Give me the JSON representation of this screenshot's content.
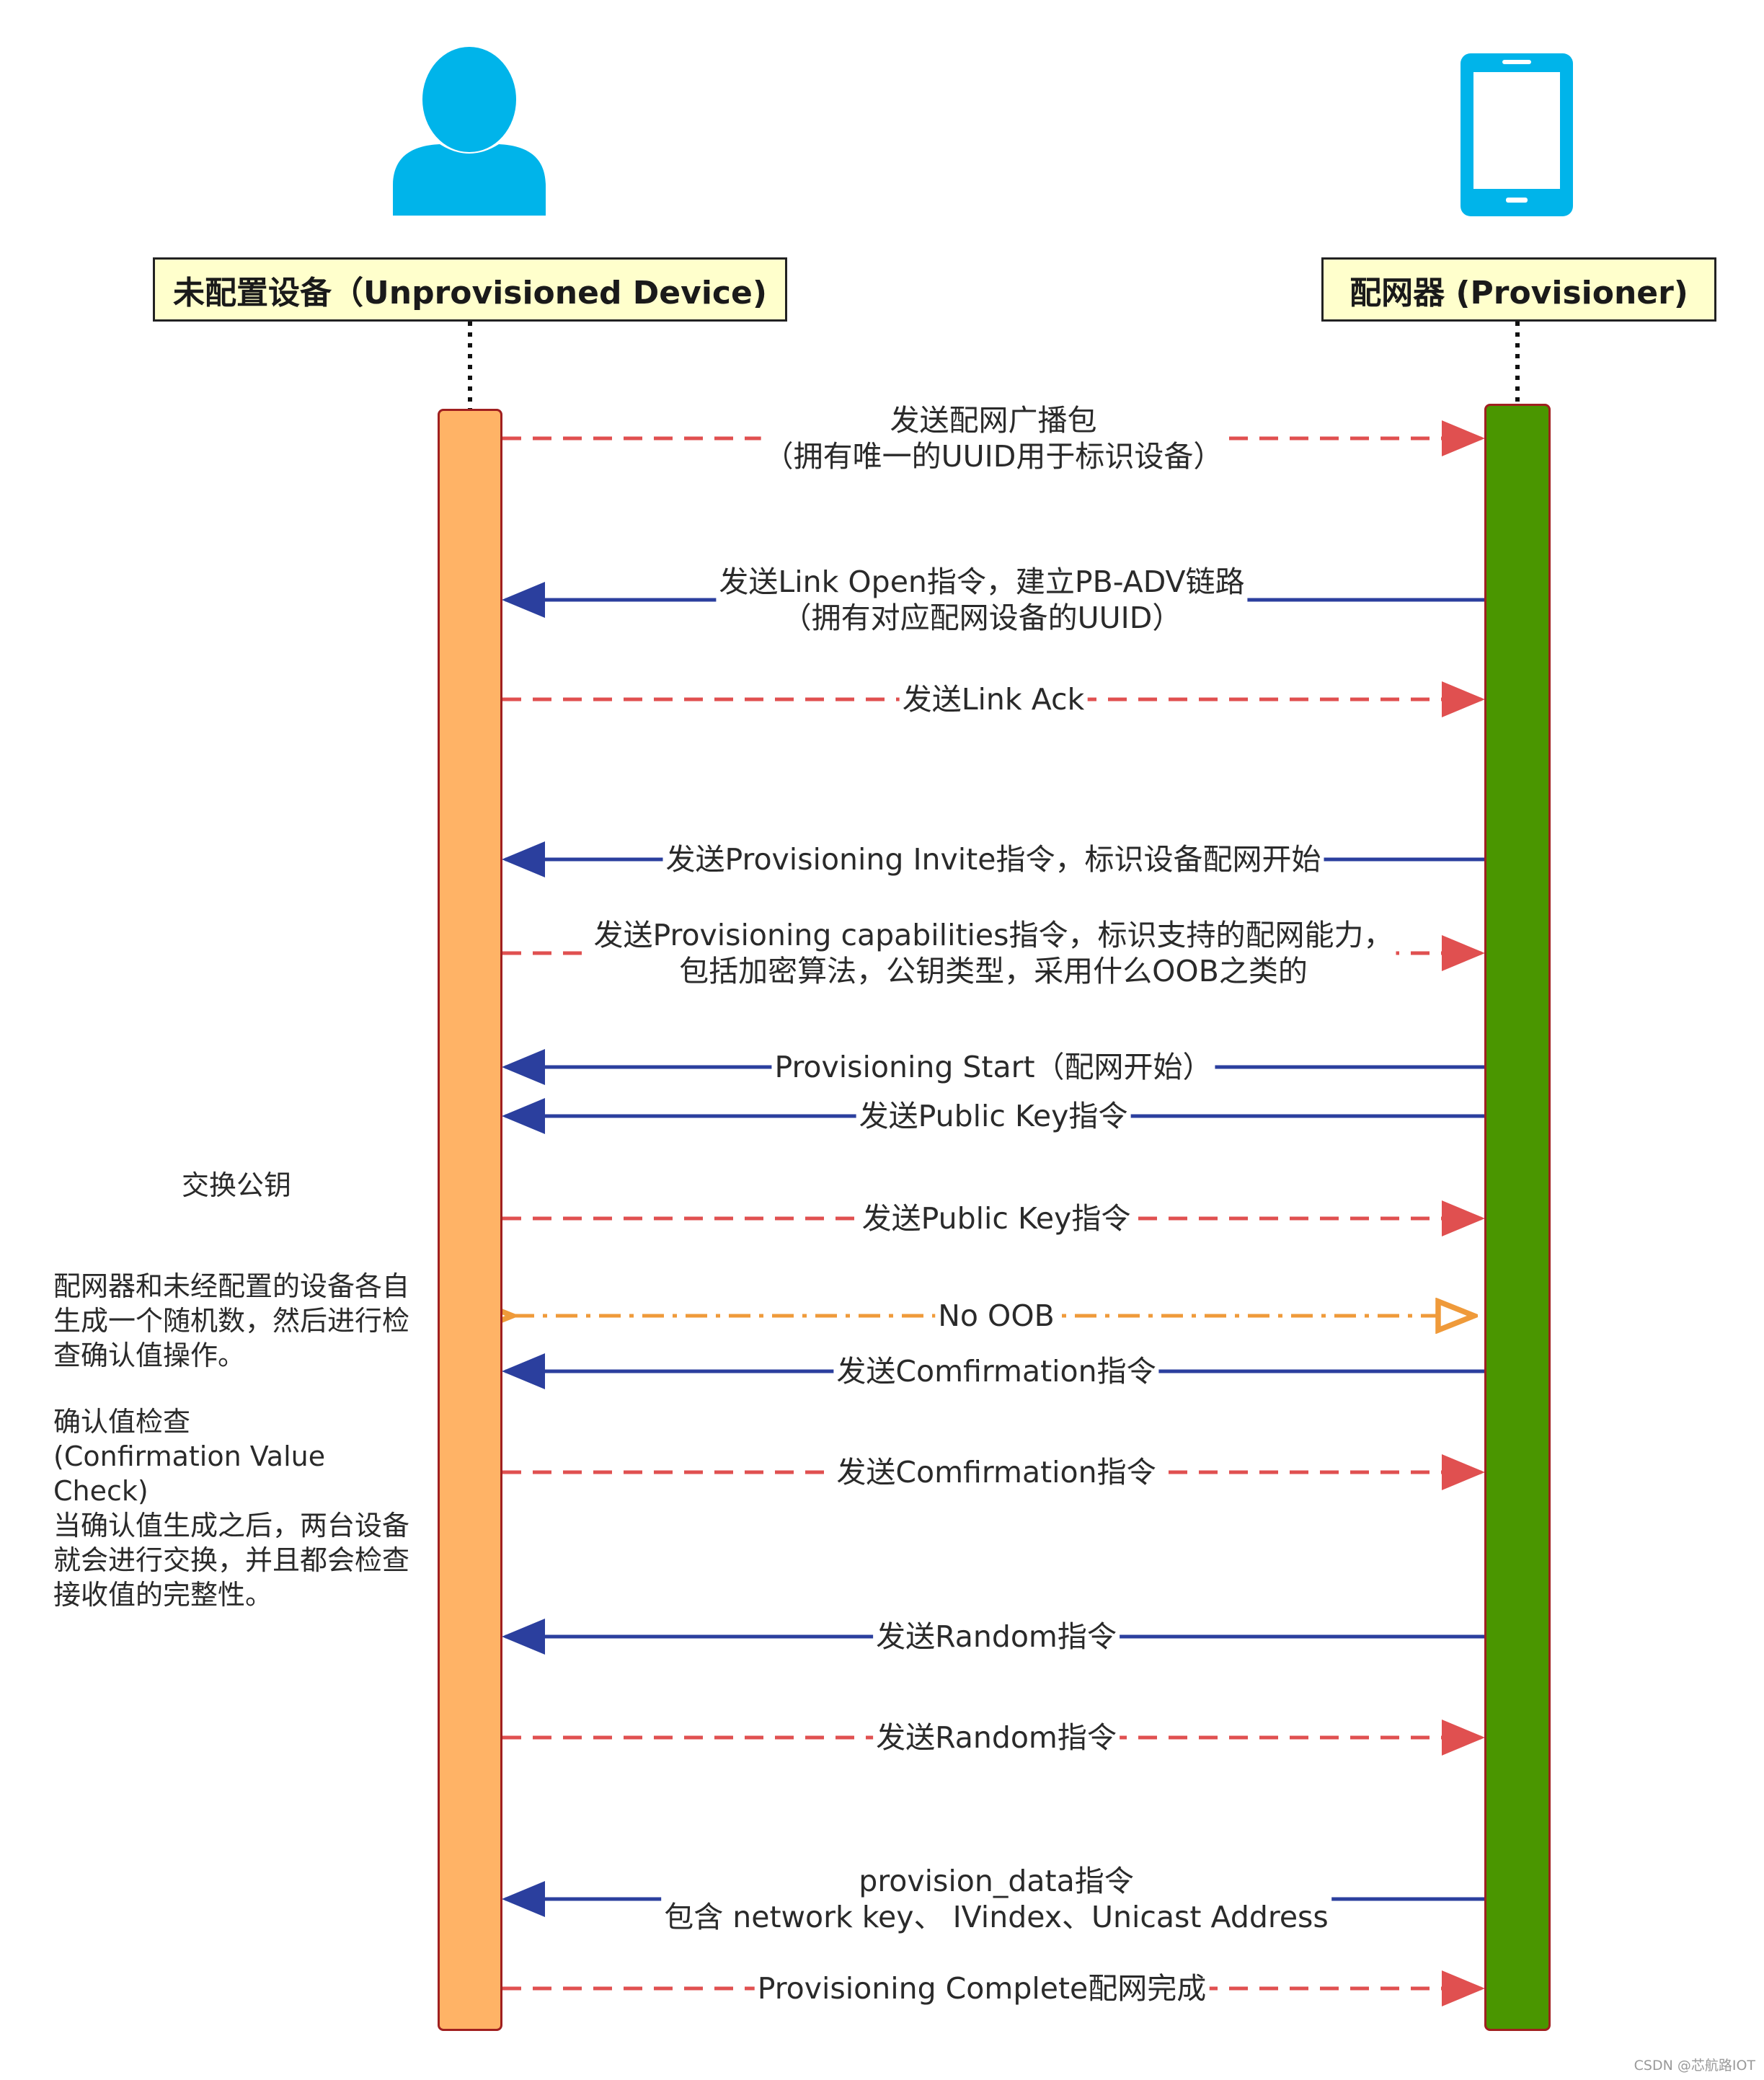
{
  "participants": {
    "device": {
      "label": "未配置设备（Unprovisioned Device)",
      "icon": "person-icon",
      "color": "#00b4ea"
    },
    "provisioner": {
      "label": "配网器 (Provisioner)",
      "icon": "smartphone-icon",
      "color": "#00b4ea"
    }
  },
  "lifelines": {
    "device_color": "#ffb366",
    "provisioner_color": "#4a9600"
  },
  "messages": [
    {
      "id": "beacon",
      "direction": "device-to-provisioner",
      "style": "dashed",
      "color": "#e05050",
      "lines": [
        "发送配网广播包",
        "（拥有唯一的UUID用于标识设备）"
      ]
    },
    {
      "id": "link-open",
      "direction": "provisioner-to-device",
      "style": "solid",
      "color": "#2b3f9e",
      "lines": [
        "发送Link Open指令，建立PB-ADV链路",
        "（拥有对应配网设备的UUID）"
      ]
    },
    {
      "id": "link-ack",
      "direction": "device-to-provisioner",
      "style": "dashed",
      "color": "#e05050",
      "lines": [
        "发送Link Ack"
      ]
    },
    {
      "id": "invite",
      "direction": "provisioner-to-device",
      "style": "solid",
      "color": "#2b3f9e",
      "lines": [
        "发送Provisioning Invite指令，标识设备配网开始"
      ]
    },
    {
      "id": "capabilities",
      "direction": "device-to-provisioner",
      "style": "dashed",
      "color": "#e05050",
      "lines": [
        "发送Provisioning capabilities指令，标识支持的配网能力，",
        "包括加密算法，公钥类型，采用什么OOB之类的"
      ]
    },
    {
      "id": "start",
      "direction": "provisioner-to-device",
      "style": "solid",
      "color": "#2b3f9e",
      "lines": [
        "Provisioning Start（配网开始）"
      ]
    },
    {
      "id": "pubkey-p",
      "direction": "provisioner-to-device",
      "style": "solid",
      "color": "#2b3f9e",
      "lines": [
        "发送Public Key指令"
      ]
    },
    {
      "id": "pubkey-d",
      "direction": "device-to-provisioner",
      "style": "dashed",
      "color": "#e05050",
      "lines": [
        "发送Public Key指令"
      ]
    },
    {
      "id": "no-oob",
      "direction": "both",
      "style": "dashdot",
      "color": "#ef9a3a",
      "lines": [
        "No OOB"
      ]
    },
    {
      "id": "confirm-p",
      "direction": "provisioner-to-device",
      "style": "solid",
      "color": "#2b3f9e",
      "lines": [
        "发送Comfirmation指令"
      ]
    },
    {
      "id": "confirm-d",
      "direction": "device-to-provisioner",
      "style": "dashed",
      "color": "#e05050",
      "lines": [
        "发送Comfirmation指令"
      ]
    },
    {
      "id": "random-p",
      "direction": "provisioner-to-device",
      "style": "solid",
      "color": "#2b3f9e",
      "lines": [
        "发送Random指令"
      ]
    },
    {
      "id": "random-d",
      "direction": "device-to-provisioner",
      "style": "dashed",
      "color": "#e05050",
      "lines": [
        "发送Random指令"
      ]
    },
    {
      "id": "data",
      "direction": "provisioner-to-device",
      "style": "solid",
      "color": "#2b3f9e",
      "lines": [
        "provision_data指令",
        "包含 network key、 IVindex、Unicast Address"
      ]
    },
    {
      "id": "complete",
      "direction": "device-to-provisioner",
      "style": "dashed",
      "color": "#e05050",
      "lines": [
        "Provisioning Complete配网完成"
      ]
    }
  ],
  "notes": {
    "exchange": "交换公钥",
    "random": "配网器和未经配置的设备各自\n生成一个随机数，然后进行检\n查确认值操作。",
    "confirm": "确认值检查\n(Confirmation Value Check)\n当确认值生成之后，两台设备\n就会进行交换，并且都会检查\n接收值的完整性。"
  },
  "watermark": "CSDN @芯航路IOT"
}
